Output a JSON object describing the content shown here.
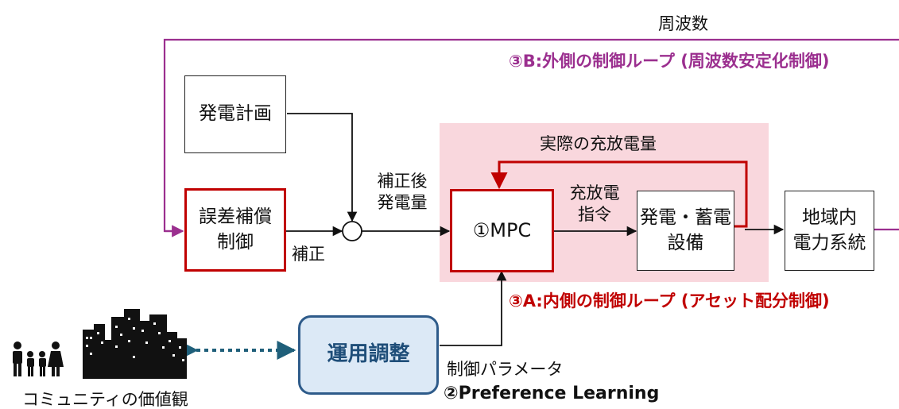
{
  "colors": {
    "inner_loop": "#c00000",
    "outer_loop": "#9b2f8f",
    "pink_region": "#f9d7dd",
    "operation_fill": "#dce9f6",
    "operation_border": "#2e5b8a",
    "dotted_arrow": "#1f5f7a"
  },
  "labels": {
    "frequency": "周波数",
    "outer_loop": "③B:外側の制御ループ (周波数安定化制御)",
    "inner_loop": "③A:内側の制御ループ (アセット配分制御)",
    "actual_charge": "実際の充放電量",
    "corrected_gen_line1": "補正後",
    "corrected_gen_line2": "発電量",
    "charge_cmd_line1": "充放電",
    "charge_cmd_line2": "指令",
    "correction": "補正",
    "control_params": "制御パラメータ",
    "preference_learning": "②Preference Learning",
    "community_values": "コミュニティの価値観"
  },
  "blocks": {
    "gen_plan": "発電計画",
    "error_comp_line1": "誤差補償",
    "error_comp_line2": "制御",
    "mpc": "①MPC",
    "gen_storage_line1": "発電・蓄電",
    "gen_storage_line2": "設備",
    "grid_line1": "地域内",
    "grid_line2": "電力系統",
    "operation": "運用調整"
  },
  "icons": [
    "people-icon",
    "city-skyline-icon"
  ]
}
